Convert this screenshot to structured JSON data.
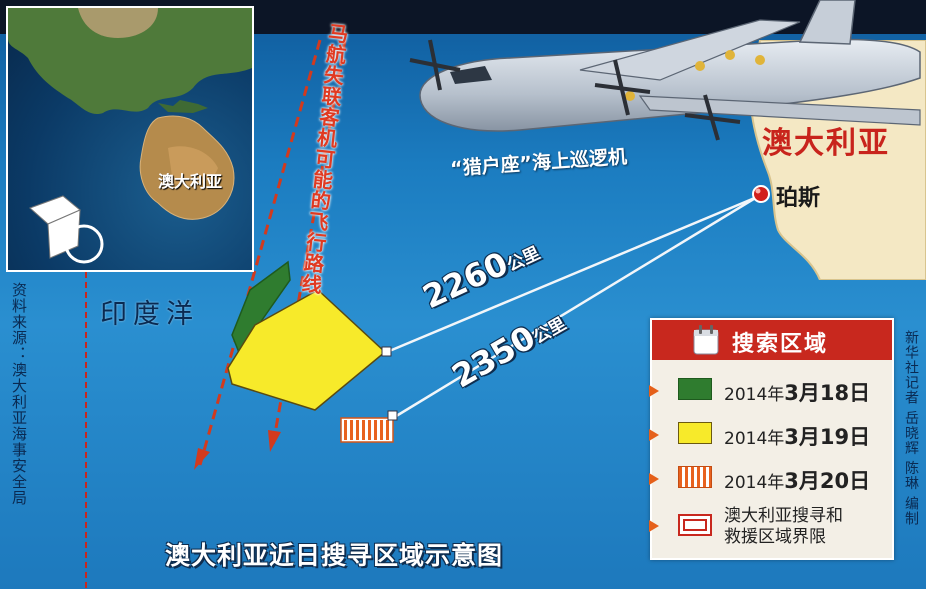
{
  "map": {
    "title": "澳大利亚近日搜寻区域示意图",
    "ocean_label": "印度洋",
    "flight_path_label": "马航失联客机可能的飞行路线",
    "aircraft_caption": "“猎户座”海上巡逻机",
    "country_label": "澳大利亚",
    "inset_country_label": "澳大利亚",
    "city": {
      "name": "珀斯",
      "icon": "location-pin-icon"
    },
    "distances": [
      {
        "value": "2260",
        "unit": "公里"
      },
      {
        "value": "2350",
        "unit": "公里"
      }
    ],
    "source_credit": "资料来源：澳大利亚海事安全局",
    "agency_credit": "新华社记者 岳晓辉 陈琳 编制"
  },
  "legend": {
    "title": "搜索区域",
    "header_icon": "calendar-icon",
    "items": [
      {
        "swatch": "green",
        "date_prefix": "2014年",
        "date_bold": "3月18日"
      },
      {
        "swatch": "yellow",
        "date_prefix": "2014年",
        "date_bold": "3月19日"
      },
      {
        "swatch": "orange-stripes",
        "date_prefix": "2014年",
        "date_bold": "3月20日"
      }
    ],
    "boundary_item": {
      "line1": "澳大利亚搜寻和",
      "line2": "救援区域界限"
    }
  },
  "colors": {
    "ocean": "#1b7cc0",
    "land": "#f4e8c4",
    "search_green": "#2f7c2f",
    "search_yellow": "#f7ea2a",
    "search_orange": "#e8621f",
    "accent_red": "#c8281e"
  }
}
